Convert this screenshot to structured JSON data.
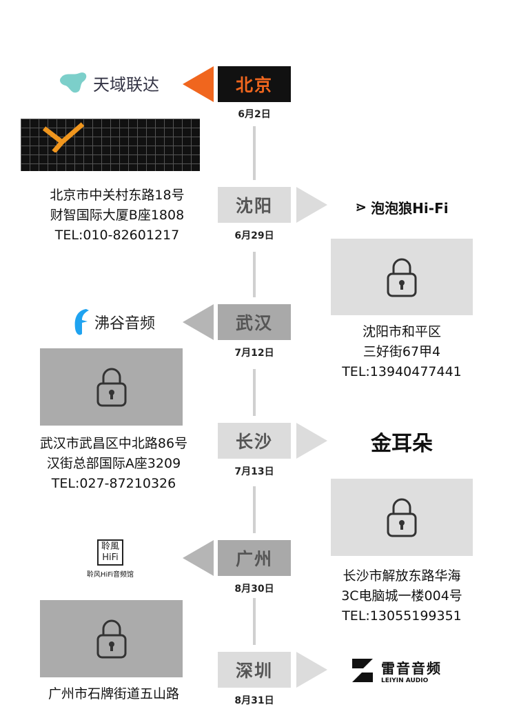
{
  "stops": [
    {
      "city": "北京",
      "date": "6月2日",
      "brand": "天域联达",
      "address": [
        "北京市中关村东路18号",
        "财智国际大厦B座1808",
        "TEL:010-82601217"
      ]
    },
    {
      "city": "沈阳",
      "date": "6月29日",
      "brand": "泡泡狼Hi-Fi",
      "address": [
        "沈阳市和平区",
        "三好街67甲4",
        "TEL:13940477441"
      ]
    },
    {
      "city": "武汉",
      "date": "7月12日",
      "brand": "沸谷音频",
      "address": [
        "武汉市武昌区中北路86号",
        "汉街总部国际A座3209",
        "TEL:027-87210326"
      ]
    },
    {
      "city": "长沙",
      "date": "7月13日",
      "brand": "金耳朵",
      "address": [
        "长沙市解放东路华海",
        "3C电脑城一楼004号",
        "TEL:13055199351"
      ]
    },
    {
      "city": "广州",
      "date": "8月30日",
      "brand": "聆风HiFi音频馆",
      "brand_seal": [
        "聆風",
        "HiFi"
      ],
      "address": [
        "广州市石牌街道五山路"
      ]
    },
    {
      "city": "深圳",
      "date": "8月31日",
      "brand": "雷音音频",
      "brand_sub": "LEIYIN AUDIO"
    }
  ],
  "colors": {
    "accent": "#f0661e",
    "box_light": "#dcdcdc",
    "box_dark": "#a9a9a9"
  }
}
